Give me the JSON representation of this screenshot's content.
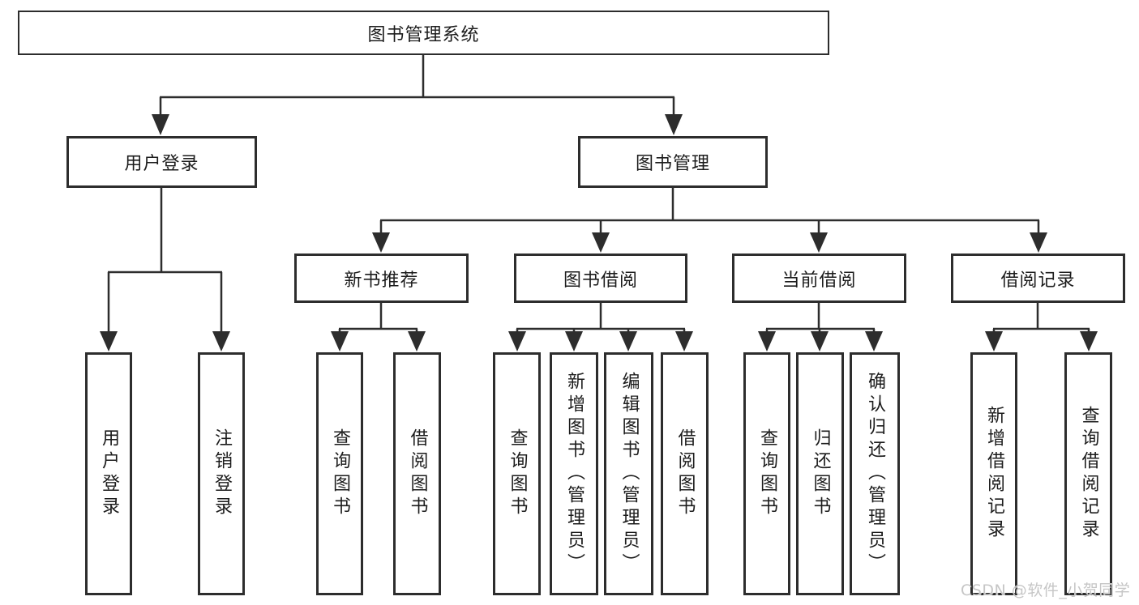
{
  "diagram": {
    "root": {
      "label": "图书管理系统"
    },
    "level2": [
      {
        "label": "用户登录"
      },
      {
        "label": "图书管理"
      }
    ],
    "level3": [
      {
        "label": "新书推荐"
      },
      {
        "label": "图书借阅"
      },
      {
        "label": "当前借阅"
      },
      {
        "label": "借阅记录"
      }
    ],
    "leaves": {
      "user_login": [
        {
          "label": "用户登录"
        },
        {
          "label": "注销登录"
        }
      ],
      "new_book": [
        {
          "label": "查询图书"
        },
        {
          "label": "借阅图书"
        }
      ],
      "book_borrow": [
        {
          "label": "查询图书"
        },
        {
          "label": "新增图书（管理员）"
        },
        {
          "label": "编辑图书（管理员）"
        },
        {
          "label": "借阅图书"
        }
      ],
      "current_borrow": [
        {
          "label": "查询图书"
        },
        {
          "label": "归还图书"
        },
        {
          "label": "确认归还（管理员）"
        }
      ],
      "borrow_record": [
        {
          "label": "新增借阅记录"
        },
        {
          "label": "查询借阅记录"
        }
      ]
    },
    "watermark": "CSDN @软件_小贺同学",
    "colors": {
      "line": "#2d2d2d",
      "border": "#2d2d2d",
      "text": "#1c1c1c",
      "background": "#ffffff",
      "watermark": "#c6c6c6"
    }
  }
}
